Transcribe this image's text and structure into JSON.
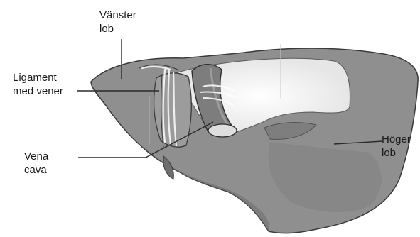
{
  "labels": {
    "left_lobe": [
      "Vänster",
      "lob"
    ],
    "ligament": [
      "Ligament",
      "med vener"
    ],
    "vena_cava": [
      "Vena",
      "cava"
    ],
    "right_lobe": [
      "Höger",
      "lob"
    ]
  },
  "colors": {
    "liver_fill": "#8f8f8f",
    "liver_dark": "#6e6e6e",
    "highlight": "#ededed",
    "vessel": "#7d7d7d",
    "outline": "#3a3a3a",
    "leader": "#2a2a2a",
    "text": "#1a1a1a"
  }
}
